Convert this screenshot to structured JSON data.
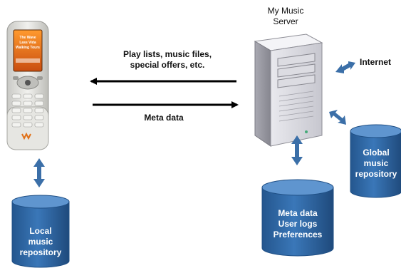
{
  "server": {
    "title_line1": "My Music",
    "title_line2": "Server"
  },
  "flows": {
    "to_phone_line1": "Play lists, music files,",
    "to_phone_line2": "special offers, etc.",
    "to_server": "Meta data"
  },
  "internet": {
    "label": "Internet"
  },
  "repositories": {
    "local": {
      "line1": "Local",
      "line2": "music",
      "line3": "repository"
    },
    "user": {
      "line1": "Meta data",
      "line2": "User logs",
      "line3": "Preferences"
    },
    "global": {
      "line1": "Global",
      "line2": "music",
      "line3": "repository"
    }
  },
  "phone": {
    "screen_line1": "The Wave",
    "screen_line2": "Lass Vida",
    "screen_line3": "Walking Tours"
  },
  "colors": {
    "cylinder_body": "#2f6aa8",
    "cylinder_top": "#5f95cf",
    "cylinder_edge": "#1f4f85",
    "double_arrow": "#3b6fa8",
    "flow_arrow": "#000000",
    "phone_body": "#d9d9d6",
    "phone_screen": "#e06b1a",
    "server_body": "#d8d8dc"
  }
}
